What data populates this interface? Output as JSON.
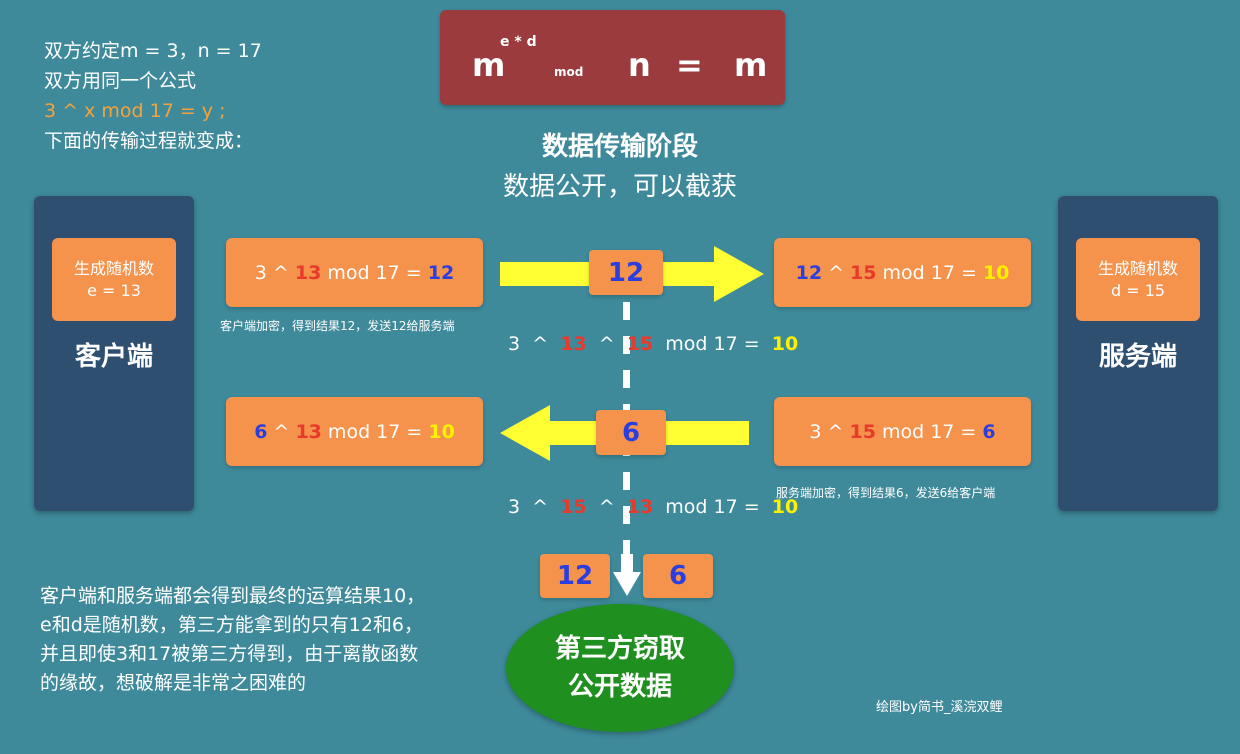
{
  "intro": {
    "line1": "双方约定m = 3，n = 17",
    "line2": "双方用同一个公式",
    "line3": "3 ^ x  mod 17 =  y ;",
    "line4": "下面的传输过程就变成："
  },
  "formula": {
    "base": "m",
    "exponent": "e * d",
    "mod": "mod",
    "n": "n",
    "eq": "=",
    "result": "m"
  },
  "stage": {
    "title": "数据传输阶段",
    "subtitle": "数据公开，可以截获"
  },
  "client": {
    "label": "客户端",
    "random_line1": "生成随机数",
    "random_line2": "e = 13"
  },
  "server": {
    "label": "服务端",
    "random_line1": "生成随机数",
    "random_line2": "d = 15"
  },
  "client_encrypt": {
    "base": "3",
    "op1": " ^ ",
    "exp": "13",
    "op2": " mod 17 = ",
    "result": "12"
  },
  "server_encrypt": {
    "base": "3",
    "op1": " ^ ",
    "exp": "15",
    "op2": " mod 17 = ",
    "result": "6"
  },
  "server_compute": {
    "base": "12",
    "op1": " ^ ",
    "exp": "15",
    "op2": " mod 17 = ",
    "result": "10"
  },
  "client_compute": {
    "base": "6",
    "op1": " ^ ",
    "exp": "13",
    "op2": " mod 17 = ",
    "result": "10"
  },
  "captions": {
    "client": "客户端加密，得到结果12，发送12给服务端",
    "server": "服务端加密，得到结果6，发送6给客户端"
  },
  "transfer": {
    "to_server": "12",
    "to_client": "6"
  },
  "mid_eq1": {
    "base": "3",
    "op1": " ^ ",
    "e1": "13",
    "op2": " ^ ",
    "e2": "15",
    "op3": " mod 17 = ",
    "result": "10"
  },
  "mid_eq2": {
    "base": "3",
    "op1": " ^ ",
    "e1": "15",
    "op2": " ^ ",
    "e2": "13",
    "op3": " mod 17 = ",
    "result": "10"
  },
  "intercepted": {
    "a": "12",
    "b": "6"
  },
  "third_party": {
    "line1": "第三方窃取",
    "line2": "公开数据"
  },
  "summary": {
    "line1": "客户端和服务端都会得到最终的运算结果10，",
    "line2": "e和d是随机数，第三方能拿到的只有12和6，",
    "line3": "并且即使3和17被第三方得到，由于离散函数",
    "line4": "的缘故，想破解是非常之困难的"
  },
  "credit": "绘图by简书_溪浣双鲤",
  "colors": {
    "background": "#3e8a9b",
    "box_orange": "#f5924b",
    "side_navy": "#2f4f70",
    "formula_red": "#9b3b3d",
    "arrow_yellow": "#ffff33",
    "ellipse_green": "#1f8f1f",
    "num_blue": "#2b3ee0",
    "num_red": "#e83a2c",
    "num_yellow": "#fff000"
  }
}
